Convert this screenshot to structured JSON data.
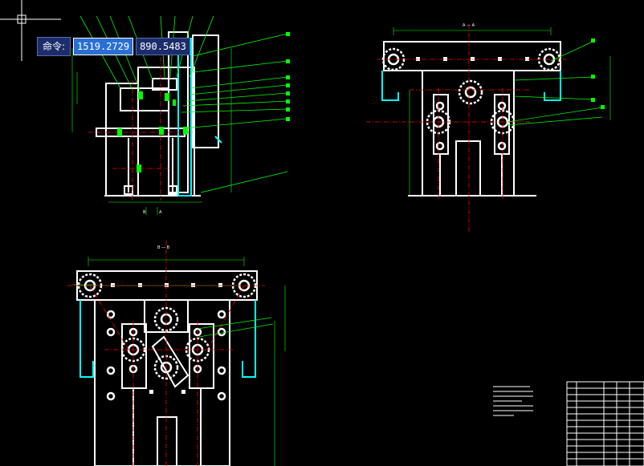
{
  "command_prompt": {
    "label": "命令:",
    "x_value": "1519.2729",
    "y_value": "890.5483"
  },
  "colors": {
    "background": "#000000",
    "outline": "#ffffff",
    "leader": "#00ff00",
    "centerline": "#ff0000",
    "guard": "#00ffff",
    "prompt_bg": "#1c2d6b",
    "prompt_selected": "#2a6fd3"
  },
  "drawing_labels": {
    "section_b": "B",
    "section_a": "A",
    "section_aa": "A — A",
    "section_bb": "B — B"
  }
}
